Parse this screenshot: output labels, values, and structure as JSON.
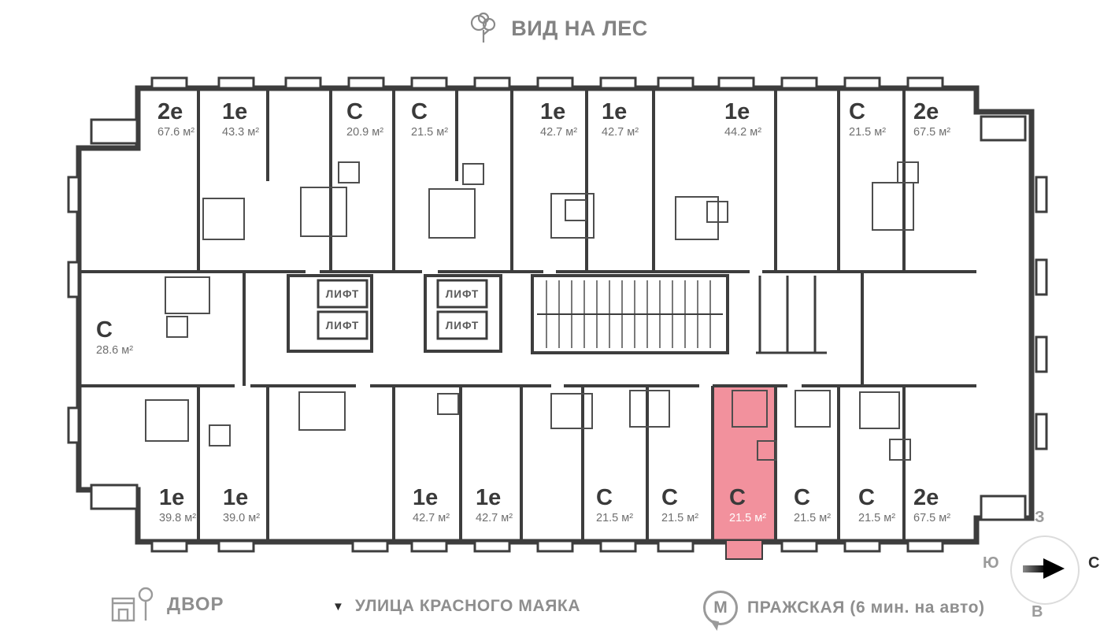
{
  "header": {
    "title": "ВИД НА ЛЕС"
  },
  "plan": {
    "elevator_label": "ЛИФТ",
    "wall_color": "#3d3d3d",
    "highlight_color": "#f2919d",
    "apartments": {
      "top": [
        {
          "type": "2е",
          "area": "67.6 м²"
        },
        {
          "type": "1е",
          "area": "43.3 м²"
        },
        {
          "type": "С",
          "area": "20.9 м²"
        },
        {
          "type": "С",
          "area": "21.5 м²"
        },
        {
          "type": "1е",
          "area": "42.7 м²"
        },
        {
          "type": "1е",
          "area": "42.7 м²"
        },
        {
          "type": "1е",
          "area": "44.2 м²"
        },
        {
          "type": "С",
          "area": "21.5 м²"
        },
        {
          "type": "2е",
          "area": "67.5 м²"
        }
      ],
      "left": [
        {
          "type": "С",
          "area": "28.6 м²"
        }
      ],
      "bottom": [
        {
          "type": "1е",
          "area": "39.8 м²"
        },
        {
          "type": "1е",
          "area": "39.0 м²"
        },
        {
          "type": "1е",
          "area": "42.7 м²"
        },
        {
          "type": "1е",
          "area": "42.7 м²"
        },
        {
          "type": "С",
          "area": "21.5 м²"
        },
        {
          "type": "С",
          "area": "21.5 м²"
        },
        {
          "type": "С",
          "area": "21.5 м²",
          "highlighted": true
        },
        {
          "type": "С",
          "area": "21.5 м²"
        },
        {
          "type": "С",
          "area": "21.5 м²"
        },
        {
          "type": "2е",
          "area": "67.5 м²"
        }
      ]
    }
  },
  "footer": {
    "yard": "ДВОР",
    "street_marker": "▼",
    "street": "УЛИЦА КРАСНОГО МАЯКА",
    "metro_letter": "М",
    "metro": "ПРАЖСКАЯ (6 мин. на авто)"
  },
  "compass": {
    "west": "З",
    "south": "Ю",
    "north": "С",
    "east": "В"
  }
}
